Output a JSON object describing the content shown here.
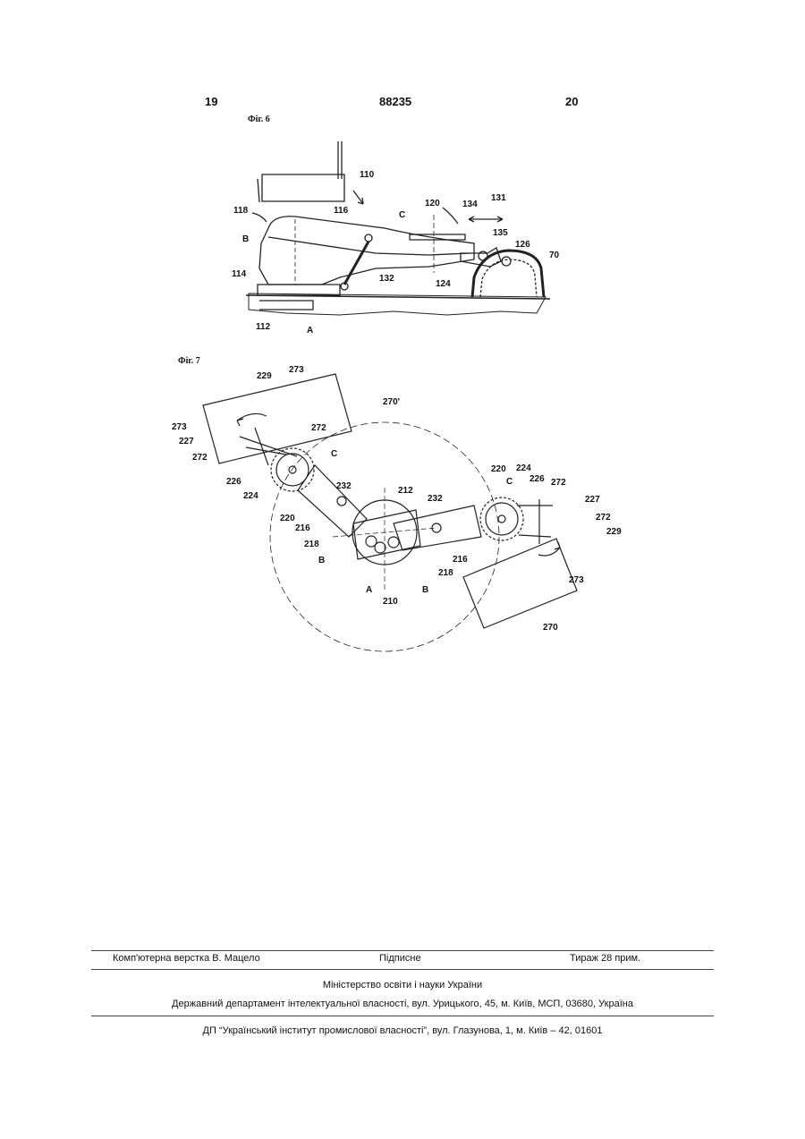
{
  "header": {
    "page_left": "19",
    "doc_number": "88235",
    "page_right": "20"
  },
  "figure6": {
    "caption": "Фіг. 6",
    "labels": [
      "110",
      "118",
      "116",
      "B",
      "114",
      "C",
      "120",
      "134",
      "131",
      "135",
      "126",
      "70",
      "132",
      "124",
      "112",
      "A"
    ]
  },
  "figure7": {
    "caption": "Фіг. 7",
    "labels": [
      "229",
      "273",
      "270'",
      "273",
      "272",
      "227",
      "272",
      "C",
      "226",
      "224",
      "220",
      "216",
      "232",
      "212",
      "232",
      "218",
      "B",
      "A",
      "210",
      "B",
      "218",
      "216",
      "220",
      "C",
      "224",
      "226",
      "272",
      "227",
      "272",
      "229",
      "273",
      "270"
    ]
  },
  "imprint": {
    "layout_credit": "Комп'ютерна верстка В. Мацело",
    "signed": "Підписне",
    "circulation": "Тираж 28 прим.",
    "ministry": "Міністерство освіти і науки України",
    "department": "Державний департамент інтелектуальної власності, вул. Урицького, 45, м. Київ, МСП, 03680, Україна",
    "institute": "ДП “Український інститут промислової власності”, вул. Глазунова, 1, м. Київ – 42, 01601"
  }
}
